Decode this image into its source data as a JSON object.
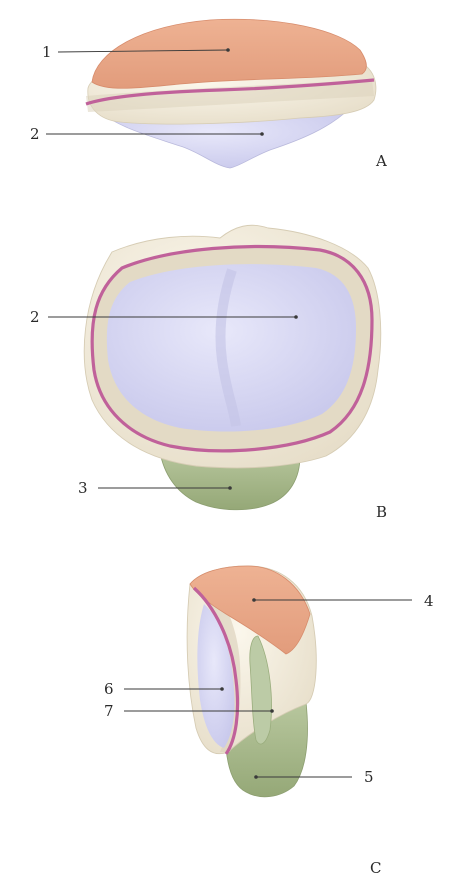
{
  "panels": [
    {
      "id": "A",
      "label": "A"
    },
    {
      "id": "B",
      "label": "B"
    },
    {
      "id": "C",
      "label": "C"
    }
  ],
  "callouts": [
    {
      "id": "a1",
      "panel": "A",
      "number": "1"
    },
    {
      "id": "a2",
      "panel": "A",
      "number": "2"
    },
    {
      "id": "b2",
      "panel": "B",
      "number": "2"
    },
    {
      "id": "b3",
      "panel": "B",
      "number": "3"
    },
    {
      "id": "c4",
      "panel": "C",
      "number": "4"
    },
    {
      "id": "c6",
      "panel": "C",
      "number": "6"
    },
    {
      "id": "c7",
      "panel": "C",
      "number": "7"
    },
    {
      "id": "c5",
      "panel": "C",
      "number": "5"
    }
  ],
  "colors": {
    "cartilage_cap": "#e8a586",
    "bone_cream": "#f4eedf",
    "band_tan": "#ddd3bd",
    "capsule_line": "#c0619a",
    "articular_lavender": "#dcdcf3",
    "green_region": "#a7b88d",
    "green_strip": "#bccba6"
  }
}
